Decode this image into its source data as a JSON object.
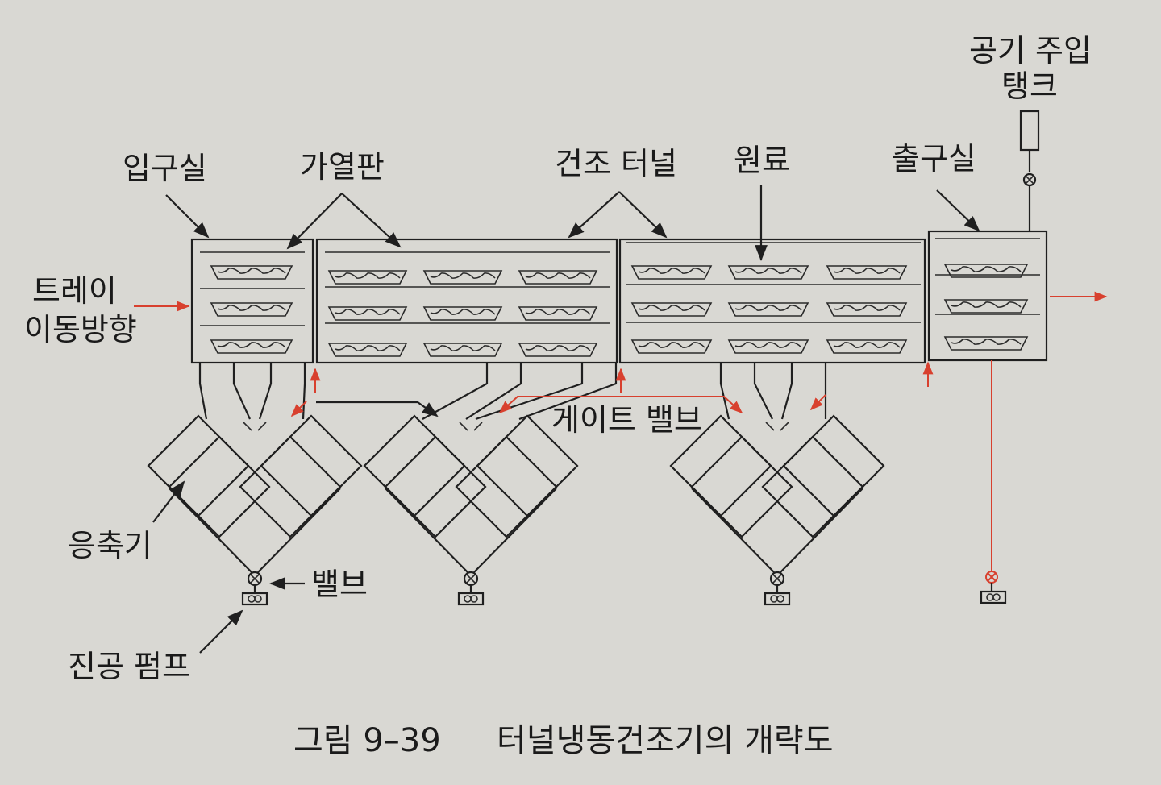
{
  "labels": {
    "inlet_room": "입구실",
    "heating_plate": "가열판",
    "drying_tunnel": "건조 터널",
    "raw_material": "원료",
    "outlet_room": "출구실",
    "air_tank_line1": "공기 주입",
    "air_tank_line2": "탱크",
    "tray_dir_line1": "트레이",
    "tray_dir_line2": "이동방향",
    "gate_valve": "게이트 밸브",
    "condenser": "응축기",
    "valve": "밸브",
    "vacuum_pump": "진공 펌프"
  },
  "caption": {
    "number": "그림 9–39",
    "title": "터널냉동건조기의 개략도"
  },
  "colors": {
    "line": "#1f1f1f",
    "flow_arrow": "#d8402e",
    "paper": "#d9d8d3"
  }
}
